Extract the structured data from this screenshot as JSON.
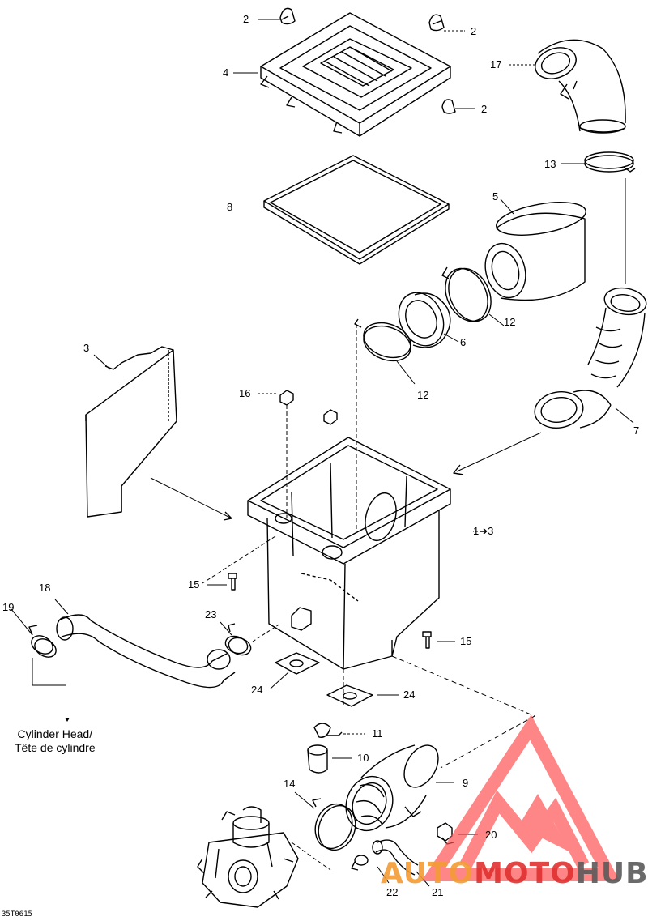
{
  "diagram": {
    "callouts": {
      "c1": "2",
      "c2": "2",
      "c3": "2",
      "c4": "4",
      "c5": "17",
      "c6": "13",
      "c7": "8",
      "c8": "5",
      "c9": "12",
      "c10": "6",
      "c11": "12",
      "c12": "3",
      "c13": "16",
      "c14": "7",
      "c15": "1➔3",
      "c16": "15",
      "c17": "18",
      "c18": "19",
      "c19": "23",
      "c20": "15",
      "c21": "24",
      "c22": "24",
      "c23": "11",
      "c24": "10",
      "c25": "14",
      "c26": "9",
      "c27": "20",
      "c28": "22",
      "c29": "21"
    },
    "caption_line1": "Cylinder Head/",
    "caption_line2": "Tête de cylindre",
    "drawing_code": "35T0615"
  },
  "watermark": {
    "word_part1": "AUTO",
    "word_part2": "MOTO",
    "word_part3": "HUB",
    "colors": {
      "red": "#e03030",
      "orange": "#f39c34",
      "gray": "#5a5a5a",
      "logo": "#ff4d4d"
    }
  }
}
